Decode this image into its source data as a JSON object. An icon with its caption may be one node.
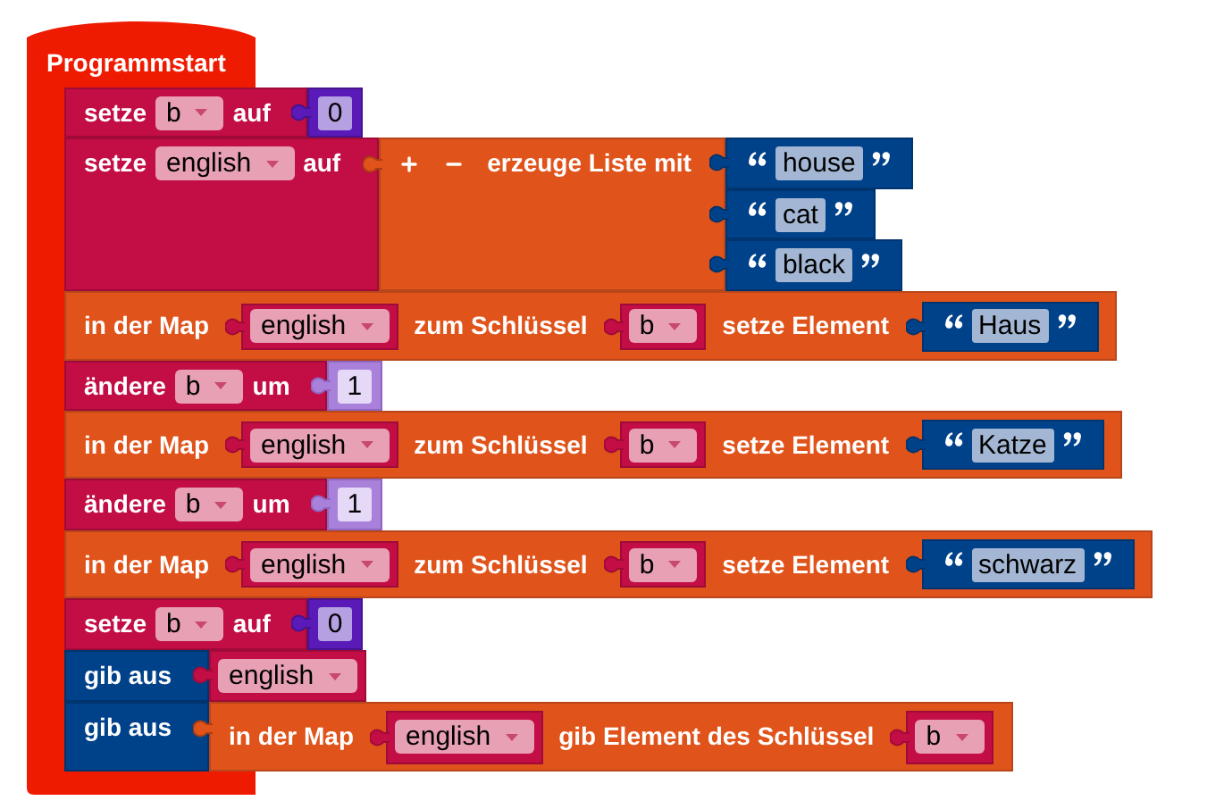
{
  "diagram": {
    "nodes": [
      {
        "text": [
          "Programmstart"
        ]
      },
      {
        "text": [
          "setze",
          "b",
          "auf"
        ]
      },
      {
        "text": [
          "0"
        ]
      },
      {
        "text": [
          "setze",
          "english",
          "auf"
        ]
      },
      {
        "text": [
          "erzeuge Liste mit"
        ]
      },
      {
        "text": [
          "house"
        ]
      },
      {
        "text": [
          "cat"
        ]
      },
      {
        "text": [
          "black"
        ]
      },
      {
        "text": [
          "in der Map",
          "zum Schlüssel",
          "setze Element"
        ]
      },
      {
        "text": [
          "english"
        ],
        "in": 8
      },
      {
        "text": [
          "b"
        ],
        "in": 8
      },
      {
        "text": [
          "Haus"
        ],
        "in": 8
      },
      {
        "text": [
          "ändere",
          "b",
          "um"
        ]
      },
      {
        "text": [
          "1"
        ]
      },
      {
        "text": [
          "in der Map",
          "zum Schlüssel",
          "setze Element"
        ]
      },
      {
        "text": [
          "english"
        ],
        "in": 14
      },
      {
        "text": [
          "b"
        ],
        "in": 14
      },
      {
        "text": [
          "Katze"
        ],
        "in": 14
      },
      {
        "text": [
          "ändere",
          "b",
          "um"
        ]
      },
      {
        "text": [
          "1"
        ]
      },
      {
        "text": [
          "in der Map",
          "zum Schlüssel",
          "setze Element"
        ]
      },
      {
        "text": [
          "english"
        ],
        "in": 20
      },
      {
        "text": [
          "b"
        ],
        "in": 20
      },
      {
        "text": [
          "schwarz"
        ],
        "in": 20
      },
      {
        "text": [
          "setze",
          "b",
          "auf"
        ]
      },
      {
        "text": [
          "0"
        ]
      },
      {
        "text": [
          "gib aus"
        ]
      },
      {
        "text": [
          "english"
        ]
      },
      {
        "text": [
          "gib aus"
        ]
      },
      {
        "text": [
          "in der Map",
          "gib Element des Schlüssel"
        ]
      },
      {
        "text": [
          "english"
        ],
        "in": 29
      },
      {
        "text": [
          "b"
        ],
        "in": 29
      }
    ]
  }
}
